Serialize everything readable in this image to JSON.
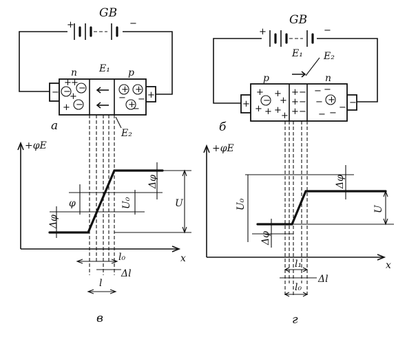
{
  "colors": {
    "ink": "#111111",
    "paper": "#ffffff"
  },
  "left": {
    "battery_label": "GB",
    "battery_plus": "+",
    "battery_minus": "−",
    "region_left": "n",
    "region_right": "p",
    "field1": "E₁",
    "field2": "E₂",
    "terminal_left": "−",
    "terminal_right": "+",
    "sublabel": "a",
    "axis_y": "+φE",
    "axis_x": "x",
    "plot_labels": {
      "dphi_top": "Δφ",
      "dphi_bottom": "Δφ",
      "phi": "φ",
      "u0": "U₀",
      "u": "U",
      "l0": "l₀",
      "dl": "Δl",
      "l": "l"
    },
    "caption": "в"
  },
  "right": {
    "battery_label": "GB",
    "battery_plus": "+",
    "battery_minus": "−",
    "region_left": "p",
    "region_right": "n",
    "field1": "E₁",
    "field2": "E₂",
    "terminal_left": "+",
    "terminal_right": "−",
    "sublabel": "б",
    "axis_y": "+φE",
    "axis_x": "x",
    "plot_labels": {
      "dphi_top": "Δφ",
      "dphi_bottom": "Δφ",
      "u0": "U₀",
      "u": "U",
      "l1": "l₁",
      "l0": "l₀",
      "dl": "Δl"
    },
    "caption": "г"
  }
}
